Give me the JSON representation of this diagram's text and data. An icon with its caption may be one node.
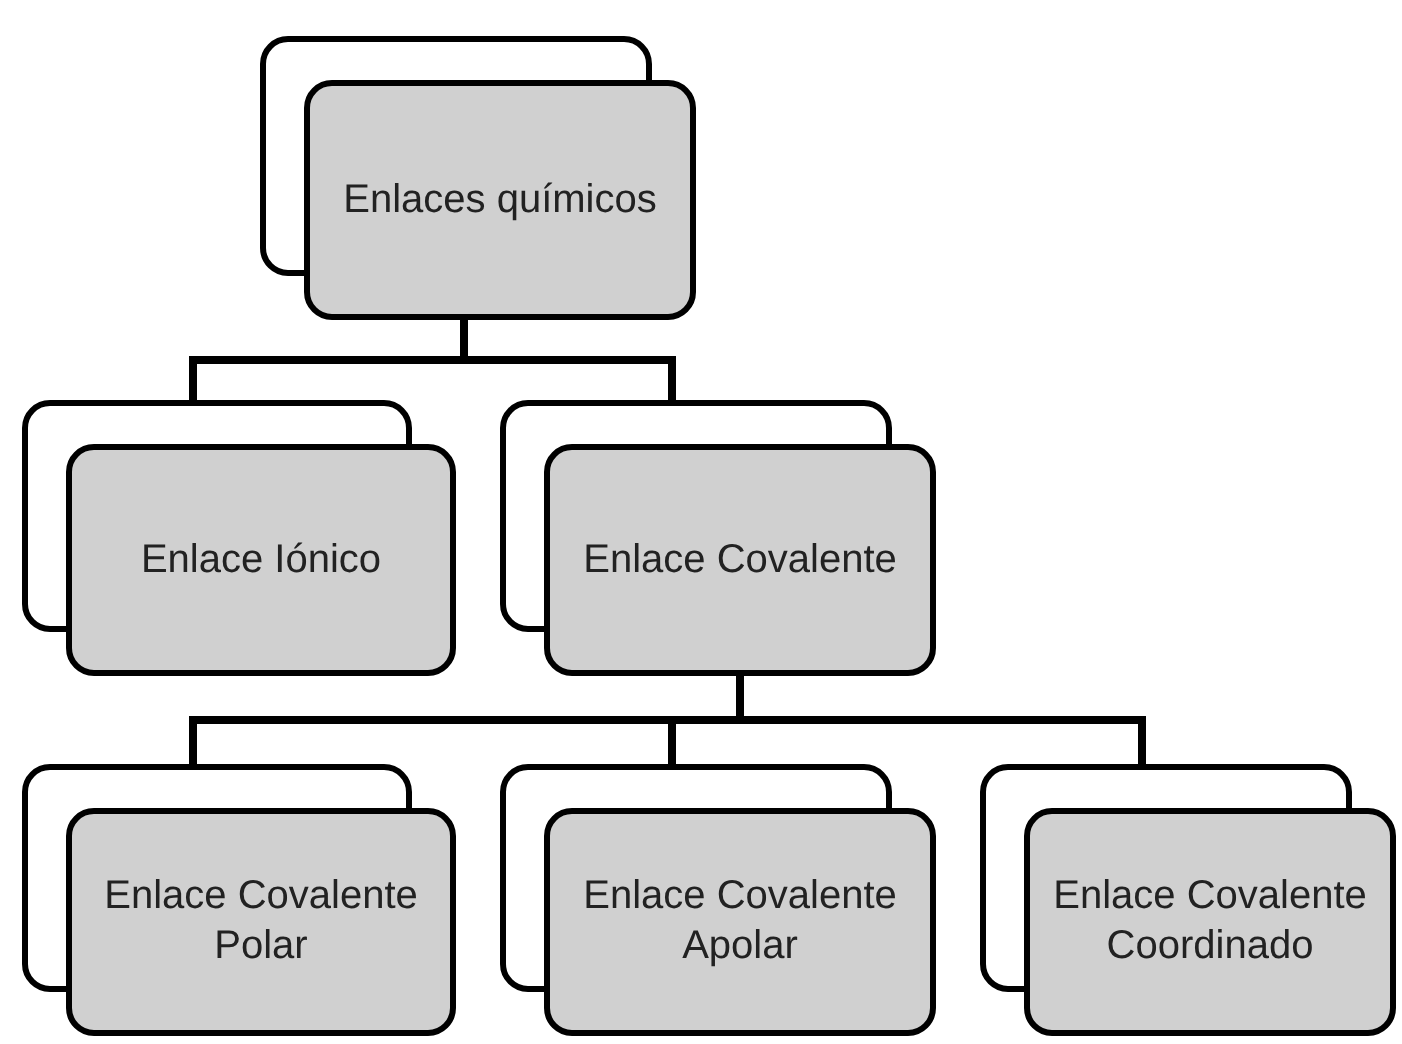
{
  "diagram": {
    "nodes": [
      {
        "text": [
          "Enlaces químicos"
        ]
      },
      {
        "text": [
          "Enlace Iónico"
        ]
      },
      {
        "text": [
          "Enlace Covalente"
        ]
      },
      {
        "text": [
          "Enlace Covalente Polar"
        ]
      },
      {
        "text": [
          "Enlace Covalente Apolar"
        ]
      },
      {
        "text": [
          "Enlace Covalente Coordinado"
        ]
      }
    ],
    "edges": [
      {
        "from": 0,
        "to": 1,
        "arrow": "none"
      },
      {
        "from": 0,
        "to": 2,
        "arrow": "none"
      },
      {
        "from": 2,
        "to": 3,
        "arrow": "none"
      },
      {
        "from": 2,
        "to": 4,
        "arrow": "none"
      },
      {
        "from": 2,
        "to": 5,
        "arrow": "none"
      }
    ]
  }
}
